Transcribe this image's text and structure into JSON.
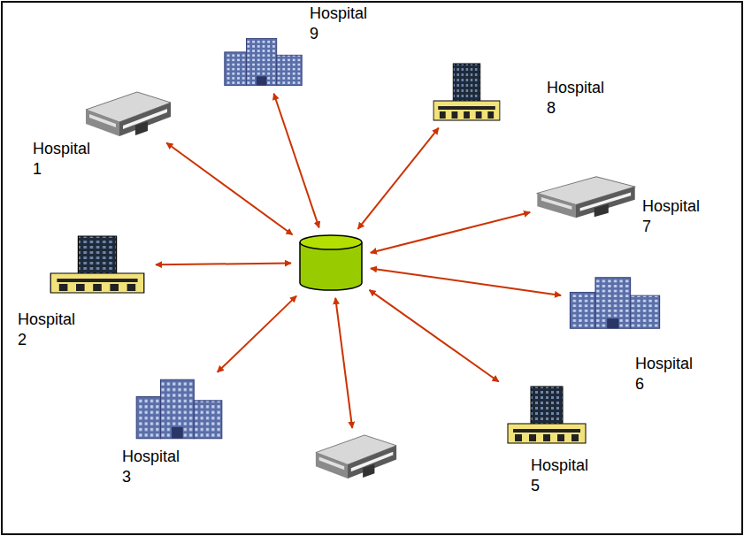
{
  "diagram": {
    "nodes": [
      {
        "text": []
      },
      {
        "text": [
          "Hospital 1"
        ]
      },
      {
        "text": [
          "Hospital 2"
        ]
      },
      {
        "text": [
          "Hospital 3"
        ]
      },
      {
        "text": []
      },
      {
        "text": [
          "Hospital 5"
        ]
      },
      {
        "text": [
          "Hospital 6"
        ]
      },
      {
        "text": [
          "Hospital 7"
        ]
      },
      {
        "text": [
          "Hospital 8"
        ]
      },
      {
        "text": [
          "Hospital 9"
        ]
      }
    ],
    "edges": [
      {
        "from": 1,
        "to": 0,
        "arrow": "both"
      },
      {
        "from": 2,
        "to": 0,
        "arrow": "both"
      },
      {
        "from": 3,
        "to": 0,
        "arrow": "both"
      },
      {
        "from": 4,
        "to": 0,
        "arrow": "both"
      },
      {
        "from": 5,
        "to": 0,
        "arrow": "both"
      },
      {
        "from": 6,
        "to": 0,
        "arrow": "both"
      },
      {
        "from": 7,
        "to": 0,
        "arrow": "both"
      },
      {
        "from": 8,
        "to": 0,
        "arrow": "both"
      },
      {
        "from": 9,
        "to": 0,
        "arrow": "both"
      }
    ]
  }
}
